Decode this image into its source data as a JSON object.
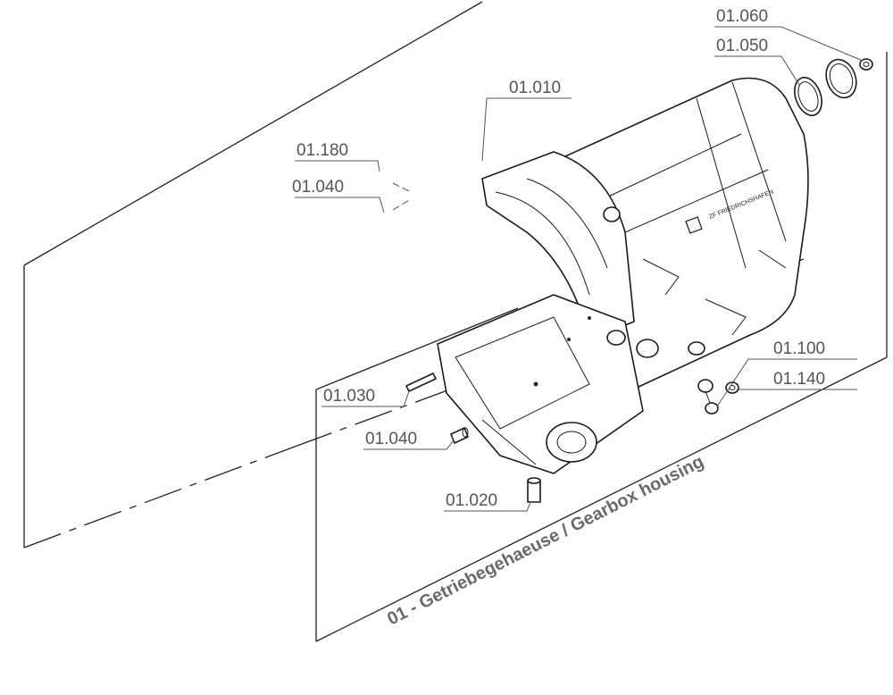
{
  "title": "01 - Getriebegehaeuse / Gearbox housing",
  "callouts": [
    {
      "label": "01.060",
      "icon": "circle-clip"
    },
    {
      "label": "01.050",
      "icon": "sealing-ring"
    },
    {
      "label": "01.010",
      "icon": "gearbox-housing"
    },
    {
      "label": "01.180",
      "icon": "dashed-part"
    },
    {
      "label": "01.040",
      "icon": "dashed-part"
    },
    {
      "label": "01.100",
      "icon": "eye-bolt"
    },
    {
      "label": "01.140",
      "icon": "screw-plug"
    },
    {
      "label": "01.030",
      "icon": "pin"
    },
    {
      "label": "01.040",
      "icon": "sleeve"
    },
    {
      "label": "01.020",
      "icon": "dowel-sleeve"
    }
  ],
  "housing_marks": {
    "plate_text": "ZF FRIEDRICHSHAFEN"
  }
}
